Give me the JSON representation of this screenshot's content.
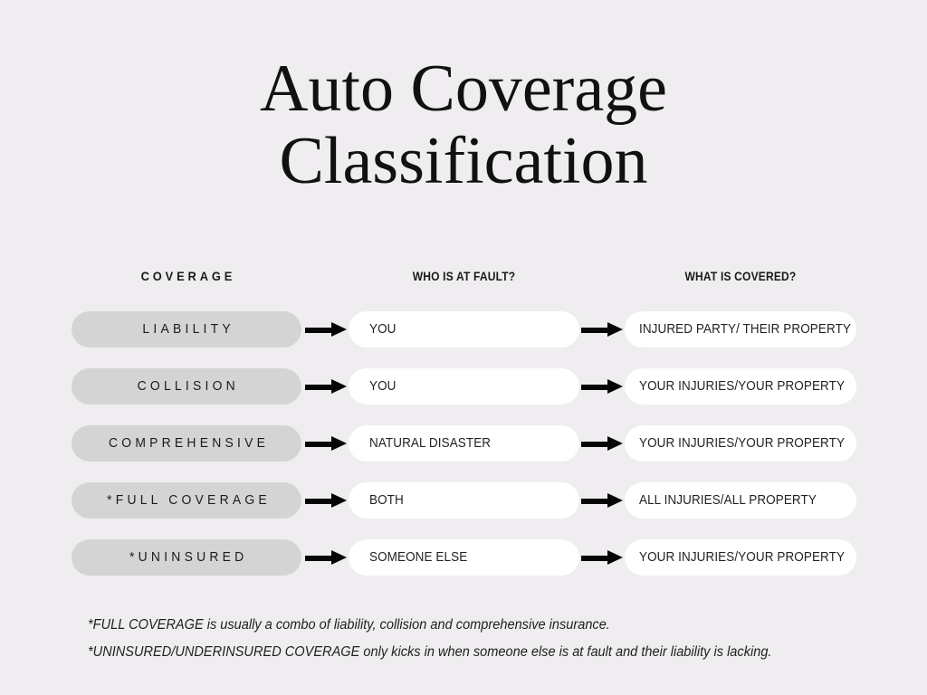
{
  "title": {
    "line1": "Auto Coverage",
    "line2": "Classification"
  },
  "headers": {
    "coverage": "COVERAGE",
    "fault": "WHO IS AT FAULT?",
    "covered": "WHAT IS COVERED?"
  },
  "colors": {
    "background": "#efedef",
    "coverage_pill": "#d5d4d4",
    "value_pill": "#ffffff",
    "arrow": "#060606",
    "text": "#1c1c1c"
  },
  "rows": [
    {
      "coverage": "LIABILITY",
      "fault": "YOU",
      "covered": "INJURED PARTY/ THEIR PROPERTY"
    },
    {
      "coverage": "COLLISION",
      "fault": "YOU",
      "covered": "YOUR INJURIES/YOUR PROPERTY"
    },
    {
      "coverage": "COMPREHENSIVE",
      "fault": "NATURAL DISASTER",
      "covered": "YOUR INJURIES/YOUR PROPERTY"
    },
    {
      "coverage": "*FULL COVERAGE",
      "fault": "BOTH",
      "covered": "ALL INJURIES/ALL PROPERTY"
    },
    {
      "coverage": "*UNINSURED",
      "fault": "SOMEONE ELSE",
      "covered": "YOUR INJURIES/YOUR PROPERTY"
    }
  ],
  "footnotes": [
    "*FULL COVERAGE is usually a combo of liability, collision and comprehensive insurance.",
    "*UNINSURED/UNDERINSURED COVERAGE only kicks in when someone else is at fault and their liability is lacking."
  ]
}
